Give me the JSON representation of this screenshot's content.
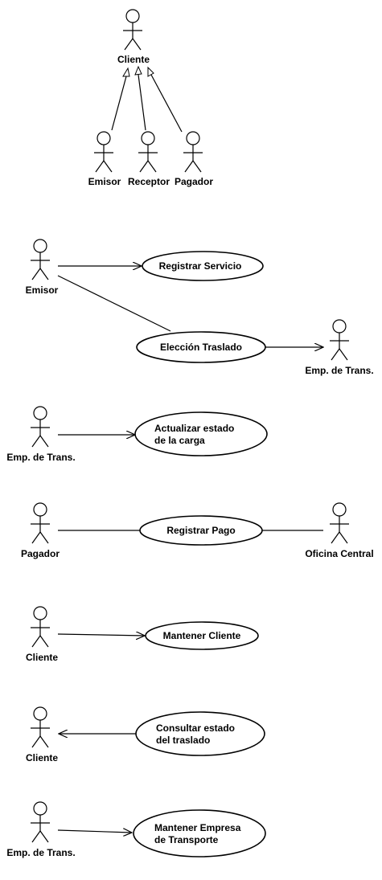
{
  "hierarchy": {
    "parent": "Cliente",
    "children": [
      "Emisor",
      "Receptor",
      "Pagador"
    ]
  },
  "diagram1": {
    "actor_left": "Emisor",
    "use_case_1": "Registrar Servicio",
    "use_case_2": "Elección Traslado",
    "actor_right": "Emp. de Trans."
  },
  "diagram2": {
    "actor": "Emp. de Trans.",
    "use_case_line1": "Actualizar estado",
    "use_case_line2": "de la carga"
  },
  "diagram3": {
    "actor_left": "Pagador",
    "use_case": "Registrar Pago",
    "actor_right": "Oficina Central"
  },
  "diagram4": {
    "actor": "Cliente",
    "use_case": "Mantener Cliente"
  },
  "diagram5": {
    "actor": "Cliente",
    "use_case_line1": "Consultar estado",
    "use_case_line2": "del traslado"
  },
  "diagram6": {
    "actor": "Emp. de Trans.",
    "use_case_line1": "Mantener Empresa",
    "use_case_line2": "de Transporte"
  }
}
